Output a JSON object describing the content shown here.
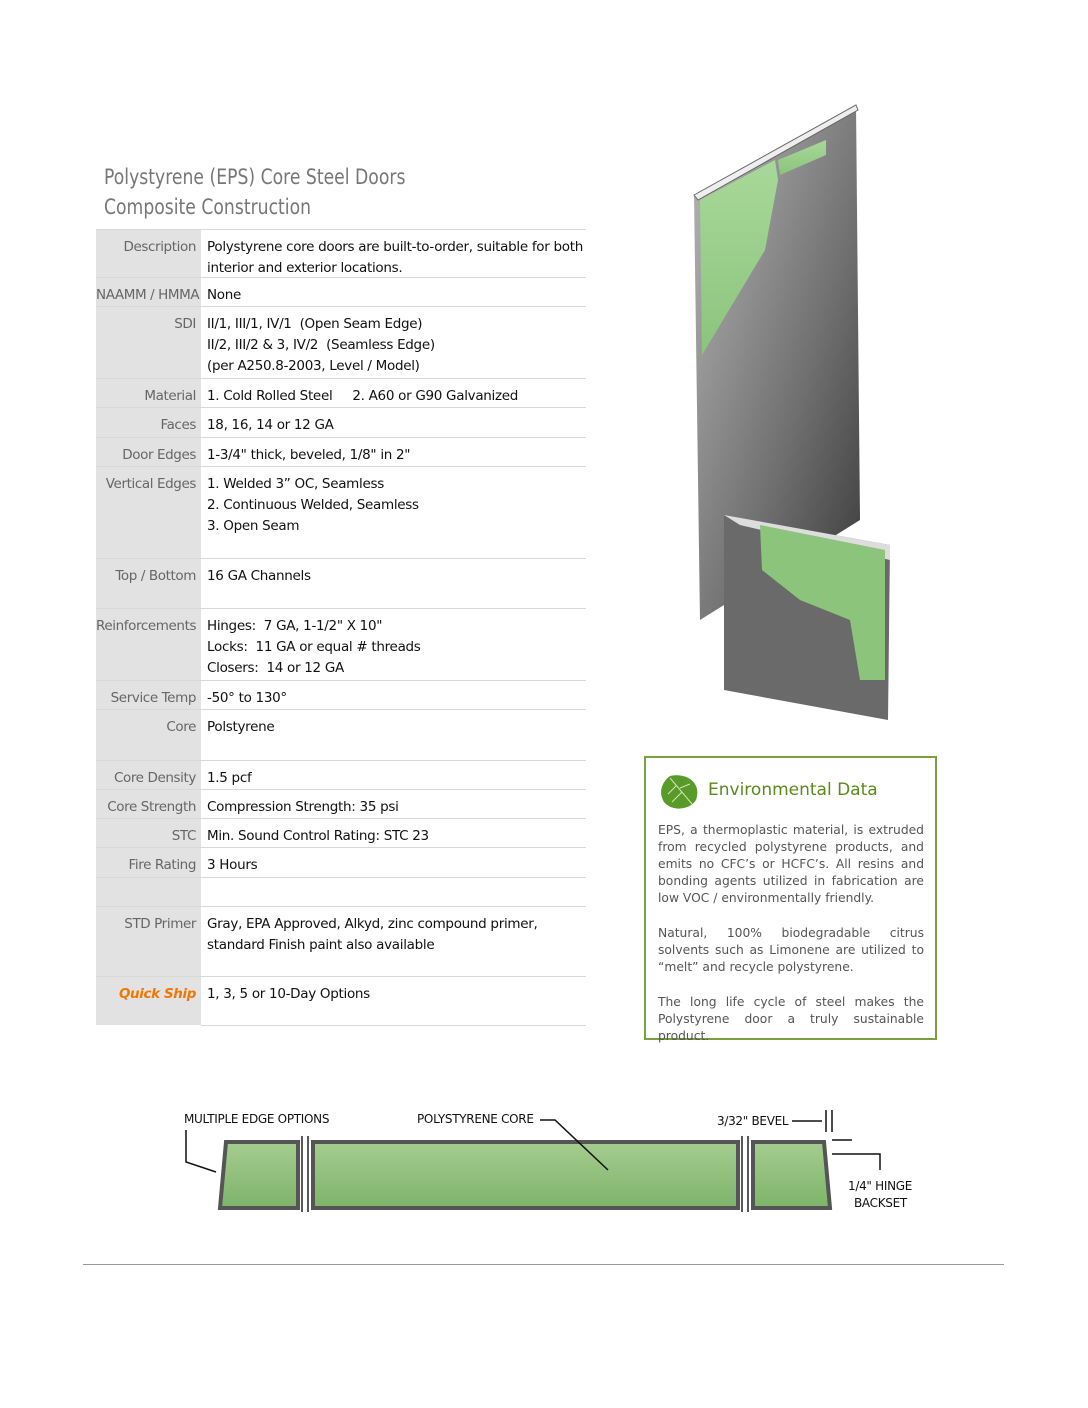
{
  "title_line1": "Polystyrene (EPS) Core Steel Doors",
  "title_line2": "Composite Construction",
  "specs": [
    {
      "label": "Description",
      "lines": [
        "Polystyrene core doors are built-to-order, suitable for both",
        "interior and exterior locations."
      ]
    },
    {
      "label": "NAAMM / HMMA",
      "lines": [
        "None"
      ]
    },
    {
      "label": "SDI",
      "lines": [
        "II/1, III/1, IV/1  (Open Seam Edge)",
        "II/2, III/2 & 3, IV/2  (Seamless Edge)",
        "(per A250.8-2003, Level / Model)"
      ]
    },
    {
      "label": "Material",
      "lines": [
        "1. Cold Rolled Steel     2. A60 or G90 Galvanized"
      ]
    },
    {
      "label": "Faces",
      "lines": [
        "18, 16, 14 or 12 GA"
      ]
    },
    {
      "label": "Door Edges",
      "lines": [
        "1-3/4\" thick, beveled, 1/8\" in 2\""
      ]
    },
    {
      "label": "Vertical Edges",
      "lines": [
        "1. Welded 3” OC, Seamless",
        "2. Continuous Welded, Seamless",
        "3. Open Seam"
      ]
    },
    {
      "label": "Top / Bottom",
      "lines": [
        "16 GA Channels"
      ]
    },
    {
      "label": "Reinforcements",
      "lines": [
        "Hinges:  7 GA, 1-1/2\" X 10\"",
        "Locks:  11 GA or equal # threads",
        "Closers:  14 or 12 GA"
      ]
    },
    {
      "label": "Service Temp",
      "lines": [
        "-50° to 130°"
      ]
    },
    {
      "label": "Core",
      "lines": [
        "Polstyrene"
      ]
    },
    {
      "label": "Core Density",
      "lines": [
        "1.5 pcf"
      ]
    },
    {
      "label": "Core Strength",
      "lines": [
        "Compression Strength: 35 psi"
      ]
    },
    {
      "label": "STC",
      "lines": [
        "Min. Sound Control Rating: STC 23"
      ]
    },
    {
      "label": "Fire Rating",
      "lines": [
        "3 Hours"
      ]
    },
    {
      "label": "",
      "lines": [
        ""
      ]
    },
    {
      "label": "STD Primer",
      "lines": [
        "Gray, EPA Approved, Alkyd, zinc compound primer,",
        "standard Finish paint also available"
      ]
    },
    {
      "label": "Quick Ship",
      "lines": [
        "1, 3, 5 or 10-Day Options"
      ]
    }
  ],
  "environment": {
    "title": "Environmental Data",
    "p1": "EPS, a thermoplastic material, is extruded from recycled polystyrene products, and emits no CFC’s or HCFC’s.  All resins and bonding agents utilized in fabrication are low VOC / environmentally friendly.",
    "p2": "Natural, 100% biodegradable citrus solvents such as Limonene are utilized to “melt” and recycle polystyrene.",
    "p3": "The long life cycle of steel makes the Polystyrene door a truly sustainable product."
  },
  "diagram": {
    "edge_options": "MULTIPLE EDGE OPTIONS",
    "core": "POLYSTYRENE CORE",
    "bevel": "3/32\" BEVEL",
    "hinge1": "1/4\" HINGE",
    "hinge2": "BACKSET"
  },
  "colors": {
    "accent_green": "#7aa040",
    "quick_ship": "#f07800"
  }
}
